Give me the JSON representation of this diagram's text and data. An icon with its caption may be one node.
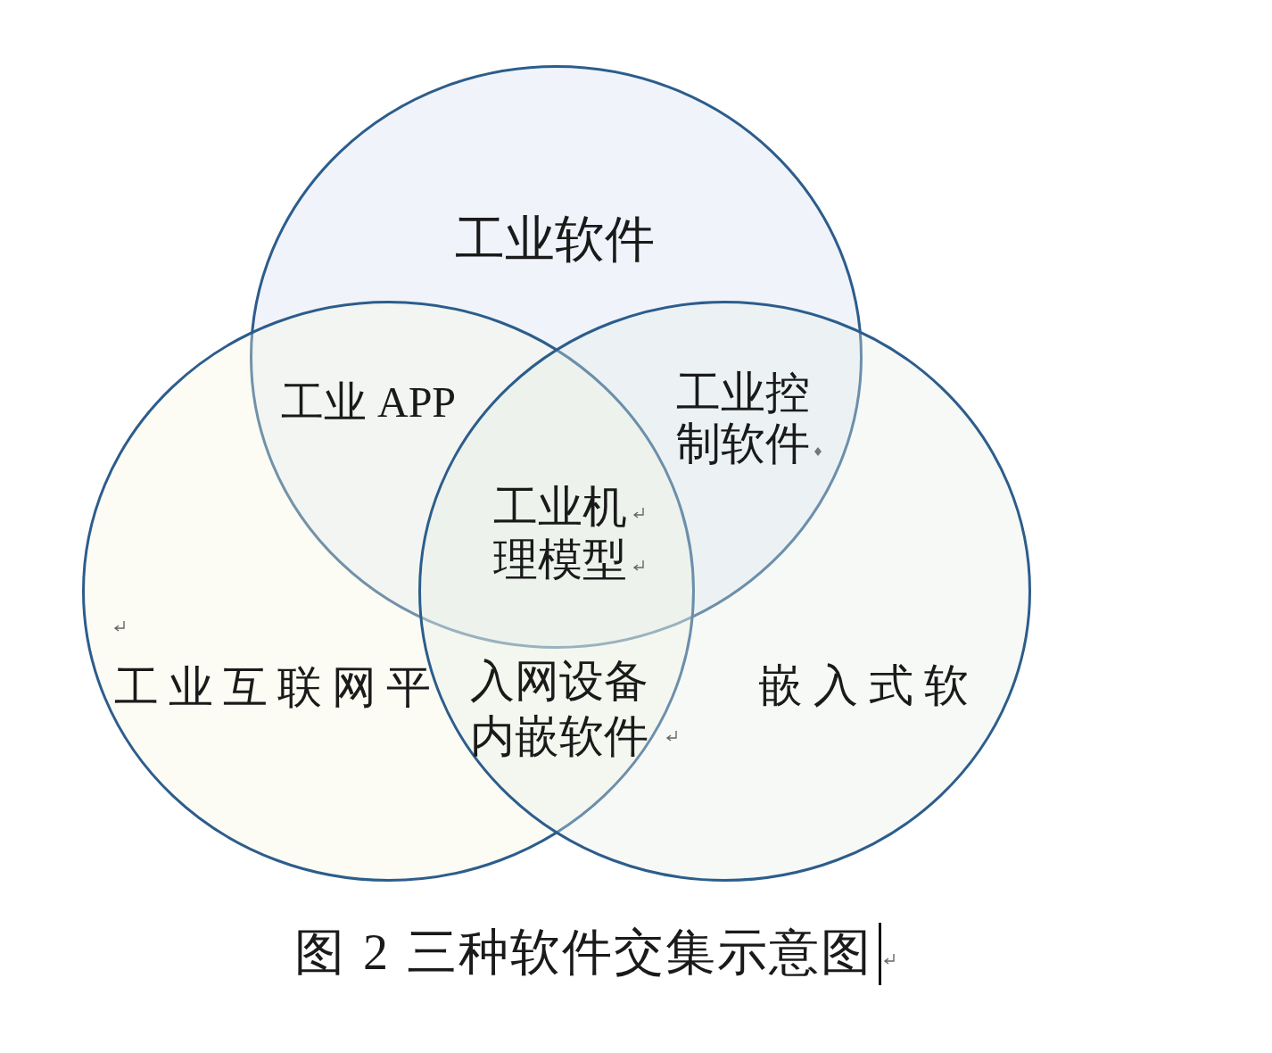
{
  "diagram": {
    "caption": "图 2 三种软件交集示意图",
    "nodes": [
      {
        "text": [
          "工业软件"
        ]
      },
      {
        "text": [
          "工业互联网平"
        ]
      },
      {
        "text": [
          "嵌入式软"
        ]
      }
    ],
    "labels": [
      "工业 APP",
      "工业控制软件",
      "工业机理模型",
      "入网设备内嵌软件"
    ]
  }
}
